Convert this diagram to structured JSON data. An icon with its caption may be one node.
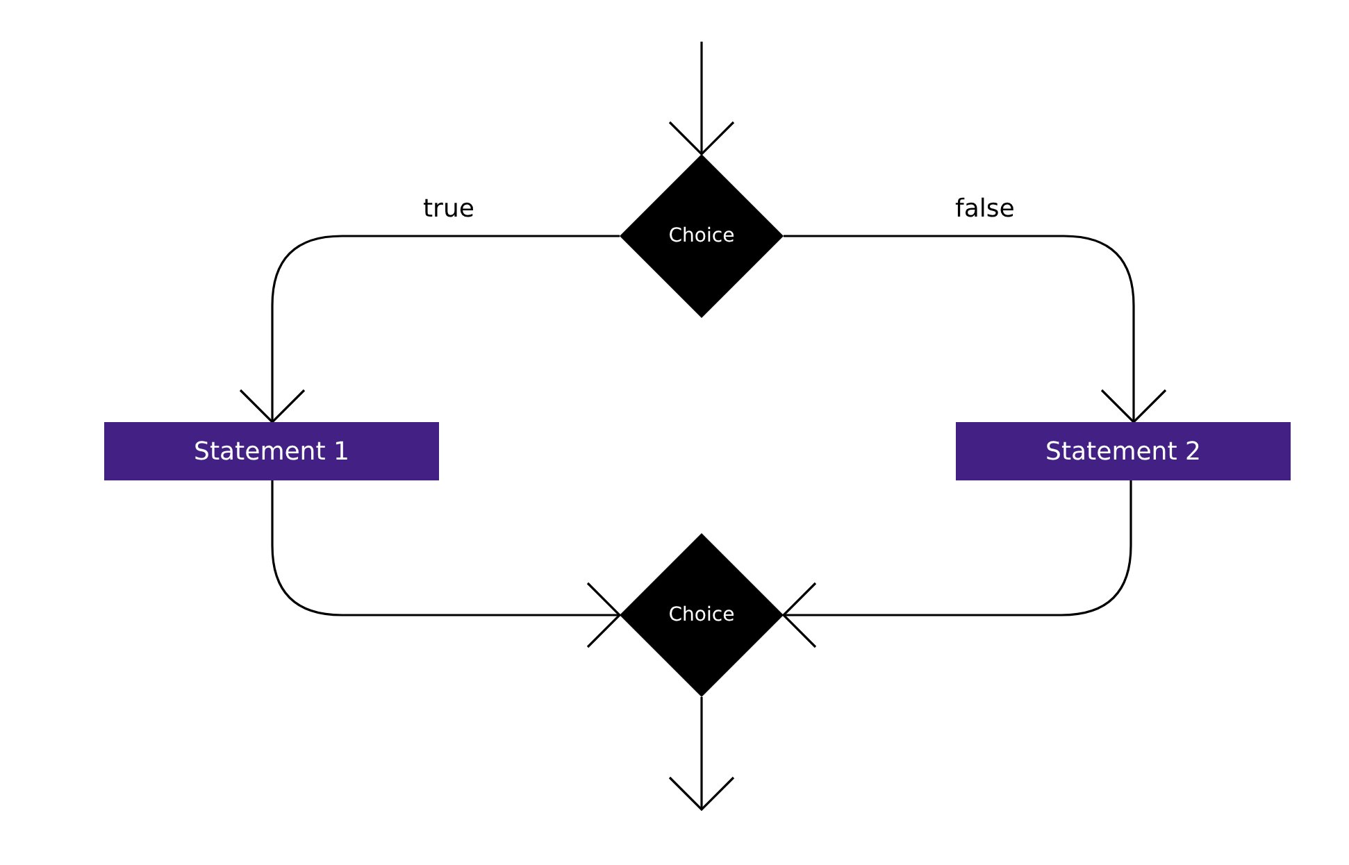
{
  "diagram": {
    "nodes": [
      {
        "text": [
          "Choice"
        ]
      },
      {
        "text": [
          "Statement 1"
        ]
      },
      {
        "text": [
          "Statement 2"
        ]
      },
      {
        "text": [
          "Choice"
        ]
      }
    ],
    "edges": [
      {
        "from": null,
        "to": 0,
        "arrow": "to"
      },
      {
        "from": 0,
        "to": 1,
        "arrow": "to",
        "label": "true"
      },
      {
        "from": 0,
        "to": 2,
        "arrow": "to",
        "label": "false"
      },
      {
        "from": 1,
        "to": 3,
        "arrow": "to"
      },
      {
        "from": 2,
        "to": 3,
        "arrow": "to"
      },
      {
        "from": 3,
        "to": null,
        "arrow": "to"
      }
    ]
  }
}
